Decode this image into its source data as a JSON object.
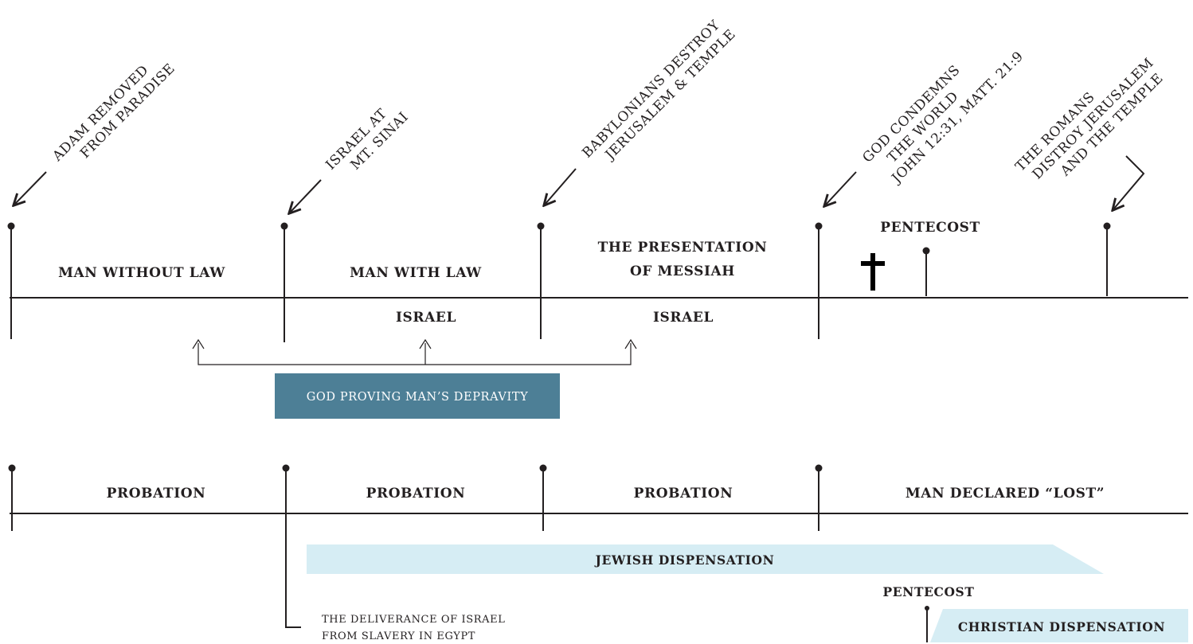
{
  "events": {
    "adam": [
      "ADAM REMOVED",
      "FROM PARADISE"
    ],
    "sinai": [
      "ISRAEL AT",
      "MT. SINAI"
    ],
    "babylon": [
      "BABYLONIANS DESTROY",
      "JERUSALEM & TEMPLE"
    ],
    "condemns": [
      "GOD CONDEMNS",
      "THE WORLD",
      "JOHN 12:31, MATT. 21:9"
    ],
    "romans": [
      "THE ROMANS",
      "DISTROY JERUSALEM",
      "AND THE TEMPLE"
    ]
  },
  "top_line": {
    "pentecost": "PENTECOST",
    "periods": {
      "without_law": "MAN WITHOUT LAW",
      "with_law": "MAN WITH LAW",
      "presentation": [
        "THE PRESENTATION",
        "OF MESSIAH"
      ]
    },
    "below": {
      "israel_1": "ISRAEL",
      "israel_2": "ISRAEL"
    },
    "depravity_label": "GOD PROVING MAN’S DEPRAVITY"
  },
  "bottom_line": {
    "periods": [
      "PROBATION",
      "PROBATION",
      "PROBATION",
      "MAN DECLARED “LOST”"
    ],
    "jewish": "JEWISH DISPENSATION",
    "pentecost": "PENTECOST",
    "christian": "CHRISTIAN DISPENSATION",
    "deliverance": [
      "THE DELIVERANCE OF ISRAEL",
      "FROM SLAVERY IN EGYPT"
    ]
  },
  "colors": {
    "ink": "#231f20",
    "depravity_box": "#4d7f96",
    "dispensation_band": "#d6edf4"
  }
}
